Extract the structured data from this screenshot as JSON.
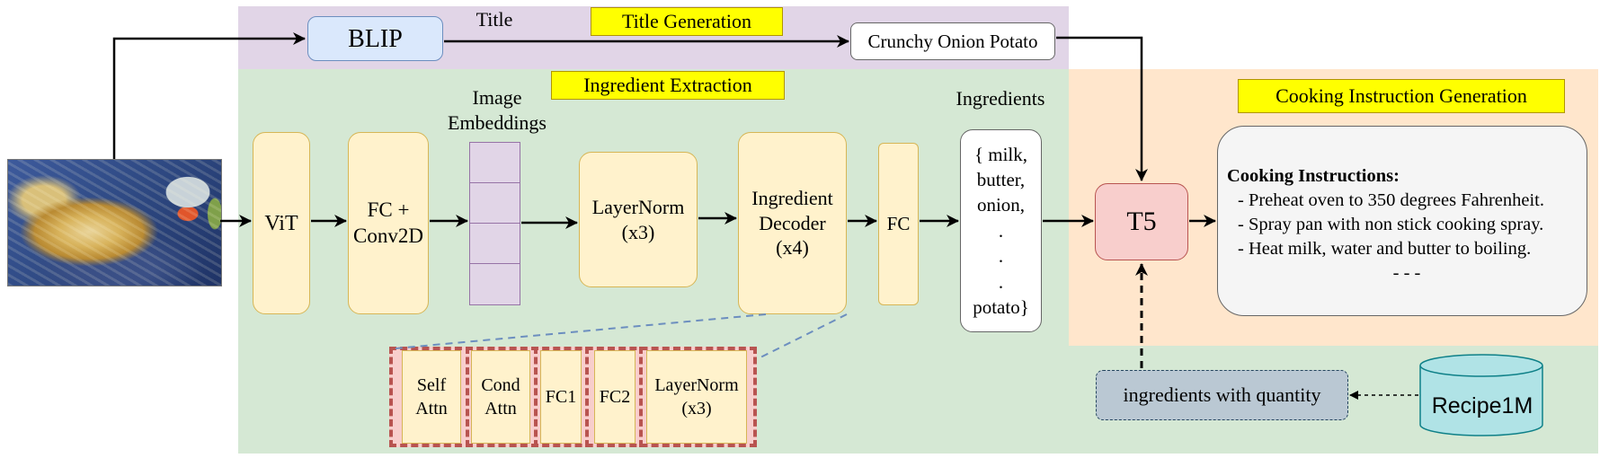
{
  "regions": {
    "title_generation": {
      "label": "Title Generation",
      "color": "#e1d5e7"
    },
    "ingredient_extraction": {
      "label": "Ingredient Extraction",
      "color": "#d5e8d4"
    },
    "cooking_instruction_generation": {
      "label": "Cooking Instruction Generation",
      "color": "#ffe6cc"
    }
  },
  "input_image": {
    "description": "food photo - cheesy potato casserole on blue plate"
  },
  "title_branch": {
    "title_label": "Title",
    "blip": "BLIP",
    "generated_title": "Crunchy Onion Potato"
  },
  "ingredient_branch": {
    "vit": "ViT",
    "fc_conv": [
      "FC +",
      "Conv2D"
    ],
    "embeddings_label": [
      "Image",
      "Embeddings"
    ],
    "embedding_cells": 4,
    "layernorm": [
      "LayerNorm",
      "(x3)"
    ],
    "decoder": [
      "Ingredient",
      "Decoder",
      "(x4)"
    ],
    "fc": "FC",
    "ingredients_label": "Ingredients",
    "ingredients_list": [
      "{ milk,",
      "butter,",
      "onion,",
      ".",
      ".",
      ".",
      "potato}"
    ]
  },
  "decoder_detail": {
    "blocks": [
      {
        "line1": "Self",
        "line2": "Attn"
      },
      {
        "line1": "Cond",
        "line2": "Attn"
      },
      {
        "line1": "FC1",
        "line2": ""
      },
      {
        "line1": "FC2",
        "line2": ""
      },
      {
        "line1": "LayerNorm",
        "line2": "(x3)"
      }
    ]
  },
  "instruction_branch": {
    "t5": "T5",
    "output_title": "Cooking Instructions:",
    "steps": [
      "- Preheat oven to 350 degrees Fahrenheit.",
      "- Spray pan with non stick cooking spray.",
      "- Heat milk, water and butter to boiling."
    ],
    "ellipsis": "- - -",
    "ingredients_with_quantity": "ingredients with quantity",
    "dataset": "Recipe1M"
  }
}
